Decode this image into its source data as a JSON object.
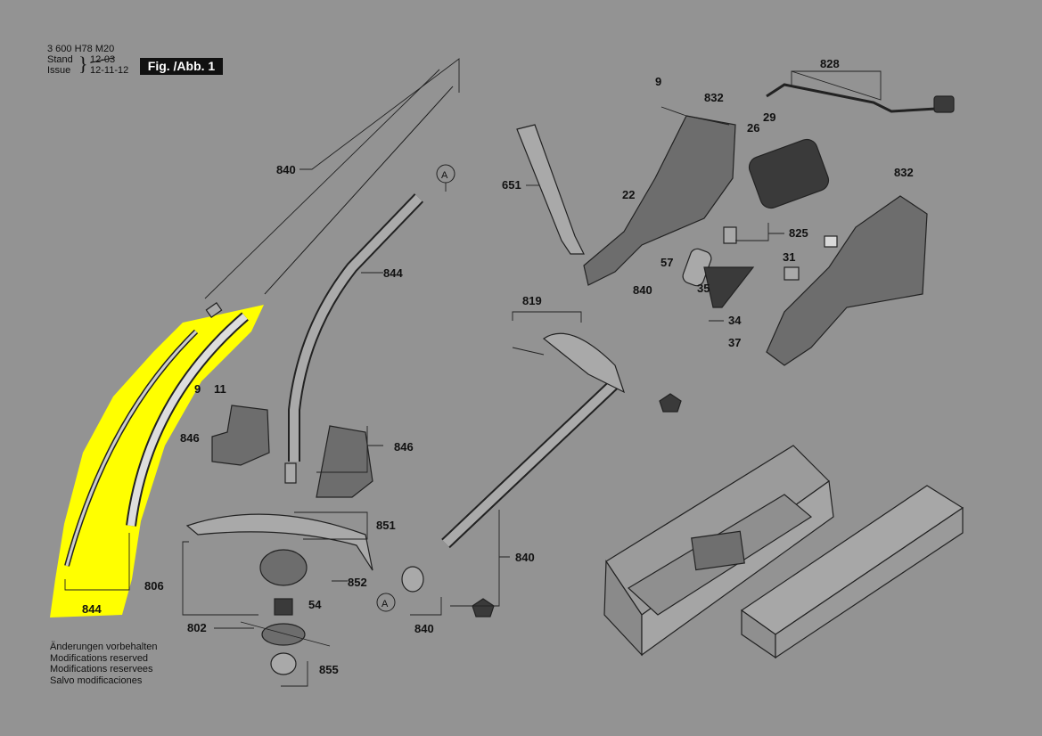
{
  "header": {
    "doc_number": "3 600 H78 M20",
    "stand_label": "Stand",
    "issue_label": "Issue",
    "stand_date": "12-03",
    "issue_date": "12-11-12",
    "figure_label": "Fig. /Abb. 1"
  },
  "notes": [
    "Änderungen vorbehalten",
    "Modifications reserved",
    "Modifications reservees",
    "Salvo modificaciones"
  ],
  "reference_marker": "A",
  "highlight_color": "#ffff00",
  "part_labels": {
    "p828": "828",
    "p9a": "9",
    "p832a": "832",
    "p26": "26",
    "p29": "29",
    "p651": "651",
    "p22": "22",
    "p832b": "832",
    "p825": "825",
    "p57": "57",
    "p31": "31",
    "p840a": "840",
    "p35": "35",
    "p819": "819",
    "p34": "34",
    "p37": "37",
    "p840b": "840",
    "p844a": "844",
    "p9b": "9",
    "p11": "11",
    "p846a": "846",
    "p846b": "846",
    "p851": "851",
    "p806": "806",
    "p852": "852",
    "p54": "54",
    "p802": "802",
    "p855": "855",
    "p840c": "840",
    "p840d": "840",
    "p844b": "844"
  }
}
